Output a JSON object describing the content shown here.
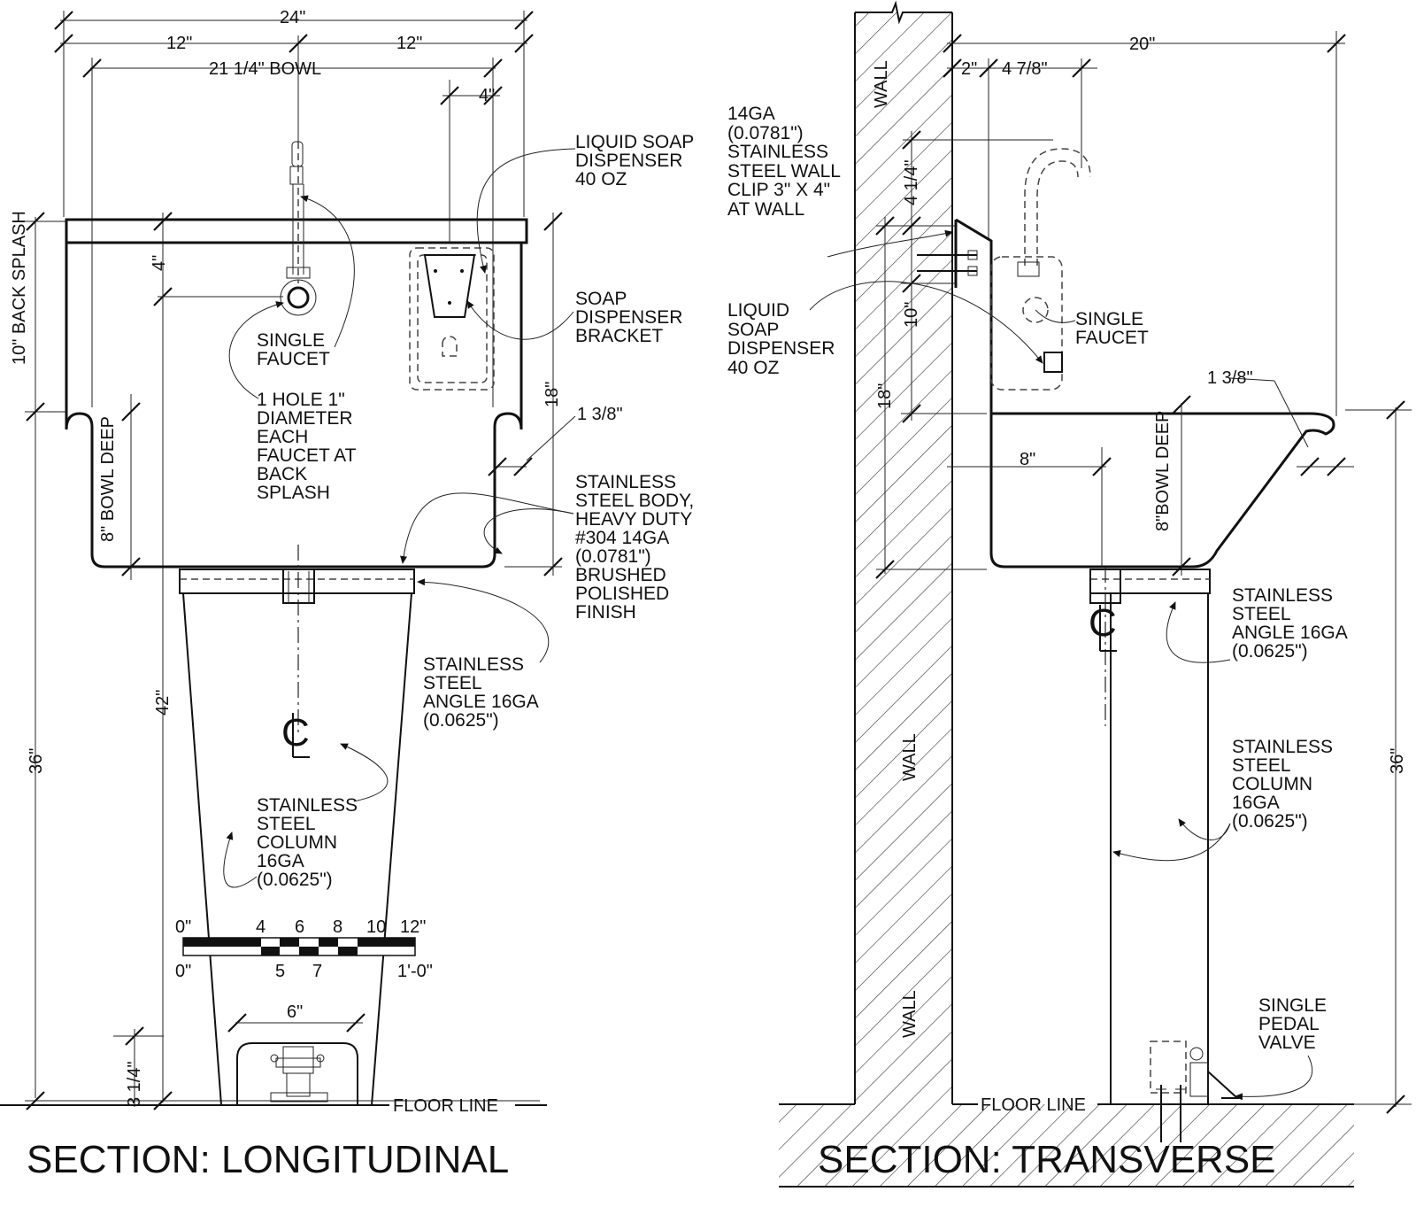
{
  "longitudinal": {
    "title": "SECTION: LONGITUDINAL",
    "dims": {
      "overall_width": "24\"",
      "half_left": "12\"",
      "half_right": "12\"",
      "bowl": "21 1/4\" BOWL",
      "dispenser_offset": "4\"",
      "faucet_drop": "4\"",
      "back_splash": "10\" BACK SPLASH",
      "bowl_deep": "8\" BOWL DEEP",
      "rim": "1 3/8\"",
      "bowl_depth_right": "18\"",
      "height_42": "42\"",
      "height_36": "36\"",
      "base_width": "6\"",
      "base_height": "3 1/4\""
    },
    "labels": {
      "soap_dispenser": "LIQUID SOAP DISPENSER 40 OZ",
      "soap_bracket": "SOAP DISPENSER BRACKET",
      "single_faucet": "SINGLE FAUCET",
      "hole_note": "1 HOLE 1\" DIAMETER EACH FAUCET AT BACK SPLASH",
      "body_note": "STAINLESS STEEL BODY, HEAVY DUTY #304 14GA (0.0781\") BRUSHED POLISHED FINISH",
      "angle_note": "STAINLESS STEEL ANGLE 16GA (0.0625\")",
      "column_note": "STAINLESS STEEL COLUMN 16GA (0.0625\")",
      "floor_line": "FLOOR LINE"
    },
    "scale": {
      "top_ticks": [
        "0\"",
        "4",
        "6",
        "8",
        "10",
        "12\""
      ],
      "bottom_ticks": [
        "0\"",
        "5",
        "7",
        "1'-0\""
      ]
    }
  },
  "transverse": {
    "title": "SECTION: TRANSVERSE",
    "dims": {
      "depth": "20\"",
      "offset_a": "2\"",
      "offset_b": "4 7/8\"",
      "faucet_height": "4 1/4\"",
      "dispenser_height": "10\"",
      "bowl_height": "18\"",
      "rim": "1 3/8\"",
      "bowl_center": "8\"",
      "bowl_deep": "8\"BOWL DEEP",
      "height_36": "36\""
    },
    "labels": {
      "wall_clip": "14GA (0.0781\") STAINLESS STEEL WALL CLIP 3\" X 4\" AT WALL",
      "soap_dispenser": "LIQUID SOAP DISPENSER 40 OZ",
      "single_faucet": "SINGLE FAUCET",
      "angle_note": "STAINLESS STEEL ANGLE 16GA (0.0625\")",
      "column_note": "STAINLESS STEEL COLUMN 16GA (0.0625\")",
      "pedal_valve": "SINGLE PEDAL VALVE",
      "wall": "WALL",
      "floor_line": "FLOOR LINE"
    }
  }
}
